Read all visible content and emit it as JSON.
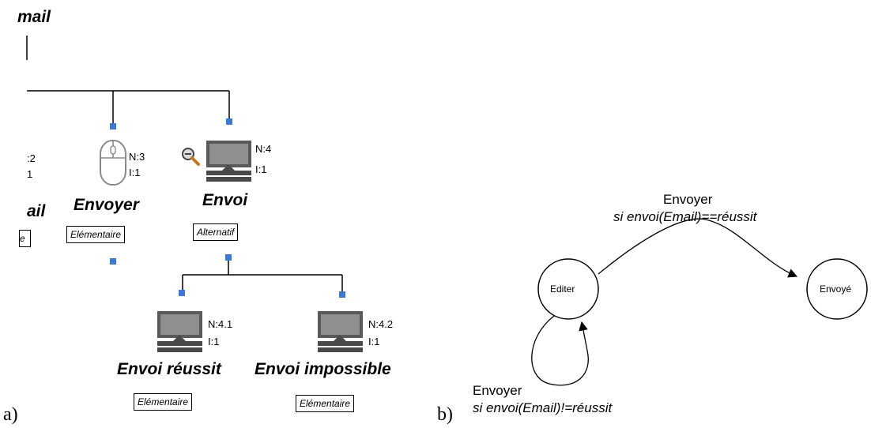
{
  "panel_a": {
    "label": "a)",
    "root_title_fragment": "mail",
    "left_fragment": {
      "n": ":2",
      "i": "1",
      "title": "ail",
      "badge": "e"
    },
    "tasks": [
      {
        "id": "envoyer",
        "n": "N:3",
        "i": "I:1",
        "title": "Envoyer",
        "badge": "Elémentaire",
        "icon": "mouse-icon"
      },
      {
        "id": "envoi",
        "n": "N:4",
        "i": "I:1",
        "title": "Envoi",
        "badge": "Alternatif",
        "icon": "computer-icon",
        "extra_icon": "magnifier-icon"
      },
      {
        "id": "envoi-reussit",
        "n": "N:4.1",
        "i": "I:1",
        "title": "Envoi réussit",
        "badge": "Elémentaire",
        "icon": "computer-icon"
      },
      {
        "id": "envoi-impossible",
        "n": "N:4.2",
        "i": "I:1",
        "title": "Envoi impossible",
        "badge": "Elémentaire",
        "icon": "computer-icon"
      }
    ],
    "colors": {
      "connector": "#3b78d8",
      "line": "#000000",
      "screen": "#8a8a8a",
      "screen_dark": "#4a4a4a"
    }
  },
  "panel_b": {
    "label": "b)",
    "states": [
      {
        "id": "editer",
        "label": "Editer"
      },
      {
        "id": "envoye",
        "label": "Envoyé"
      }
    ],
    "transitions": [
      {
        "from": "editer",
        "to": "envoye",
        "event": "Envoyer",
        "condition": "si envoi(Email)==réussit"
      },
      {
        "from": "editer",
        "to": "editer",
        "event": "Envoyer",
        "condition": "si envoi(Email)!=réussit"
      }
    ]
  }
}
